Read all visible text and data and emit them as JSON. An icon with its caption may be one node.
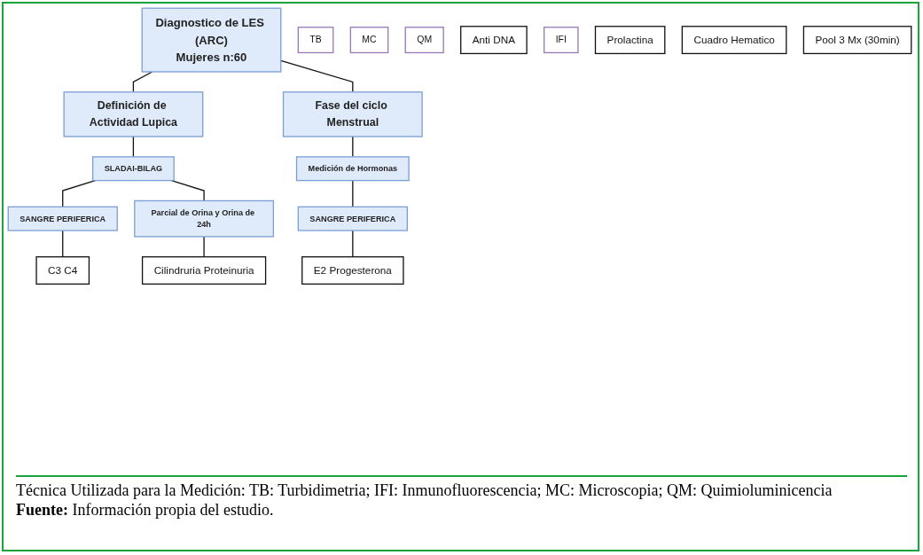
{
  "diagram": {
    "caption": "Técnica Utilizada para la Medición: TB: Turbidimetria; IFI: Inmunofluorescencia; MC: Microscopia; QM: Quimioluminicencia",
    "nodes": [
      {
        "text": [
          "Diagnostico de LES (ARC)",
          "Mujeres n:60"
        ]
      },
      {
        "text": [
          "Definición de Actividad Lupica"
        ]
      },
      {
        "text": [
          "Fase del ciclo Menstrual"
        ]
      },
      {
        "text": [
          "SLADAI-BILAG"
        ]
      },
      {
        "text": [
          "Medición de Hormonas"
        ]
      },
      {
        "text": [
          "SANGRE PERIFERICA"
        ]
      },
      {
        "text": [
          "Parcial de Orina y Orina de 24h"
        ]
      },
      {
        "text": [
          "SANGRE PERIFERICA"
        ]
      },
      {
        "text": [
          "C3 C4"
        ]
      },
      {
        "text": [
          "TB"
        ]
      },
      {
        "text": [
          "Cilindruria Proteinuria"
        ]
      },
      {
        "text": [
          "MC"
        ]
      },
      {
        "text": [
          "E2 Progesterona"
        ]
      },
      {
        "text": [
          "QM"
        ]
      },
      {
        "text": [
          "Anti DNA"
        ]
      },
      {
        "text": [
          "IFI"
        ]
      },
      {
        "text": [
          "Prolactina"
        ]
      },
      {
        "text": [
          "Cuadro Hematico"
        ]
      },
      {
        "text": [
          "Pool 3 Mx (30min)"
        ]
      }
    ],
    "edges": [
      {
        "from": 0,
        "to": 1,
        "arrow": "none"
      },
      {
        "from": 0,
        "to": 2,
        "arrow": "none"
      },
      {
        "from": 1,
        "to": 3,
        "arrow": "none"
      },
      {
        "from": 2,
        "to": 4,
        "arrow": "none"
      },
      {
        "from": 3,
        "to": 5,
        "arrow": "none"
      },
      {
        "from": 3,
        "to": 6,
        "arrow": "none"
      },
      {
        "from": 4,
        "to": 7,
        "arrow": "none"
      },
      {
        "from": 5,
        "to": 8,
        "arrow": "none"
      },
      {
        "from": 6,
        "to": 10,
        "arrow": "none"
      },
      {
        "from": 7,
        "to": 12,
        "arrow": "none"
      }
    ],
    "labels": [
      "**Fuente:** Información propia del estudio."
    ]
  }
}
